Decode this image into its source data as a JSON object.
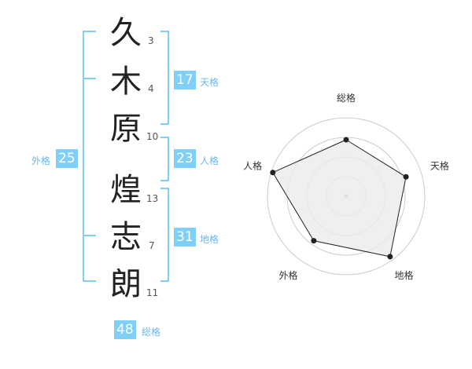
{
  "name": {
    "chars": [
      {
        "char": "久",
        "strokes": "3"
      },
      {
        "char": "木",
        "strokes": "4"
      },
      {
        "char": "原",
        "strokes": "10"
      },
      {
        "char": "煌",
        "strokes": "13"
      },
      {
        "char": "志",
        "strokes": "7"
      },
      {
        "char": "朗",
        "strokes": "11"
      }
    ]
  },
  "fortunes": {
    "ten": {
      "value": "17",
      "label": "天格"
    },
    "jin": {
      "value": "23",
      "label": "人格"
    },
    "chi": {
      "value": "31",
      "label": "地格"
    },
    "gai": {
      "value": "25",
      "label": "外格"
    },
    "sou": {
      "value": "48",
      "label": "総格"
    }
  },
  "chart_data": {
    "type": "radar",
    "axes": [
      "総格",
      "天格",
      "地格",
      "外格",
      "人格"
    ],
    "values": [
      0.72,
      0.8,
      0.95,
      0.7,
      0.98
    ],
    "max": 1,
    "rings": 4,
    "colors": {
      "fill": "#ebebeb",
      "line": "#222222",
      "ring": "#cccccc",
      "accent": "#7fcff7"
    }
  }
}
